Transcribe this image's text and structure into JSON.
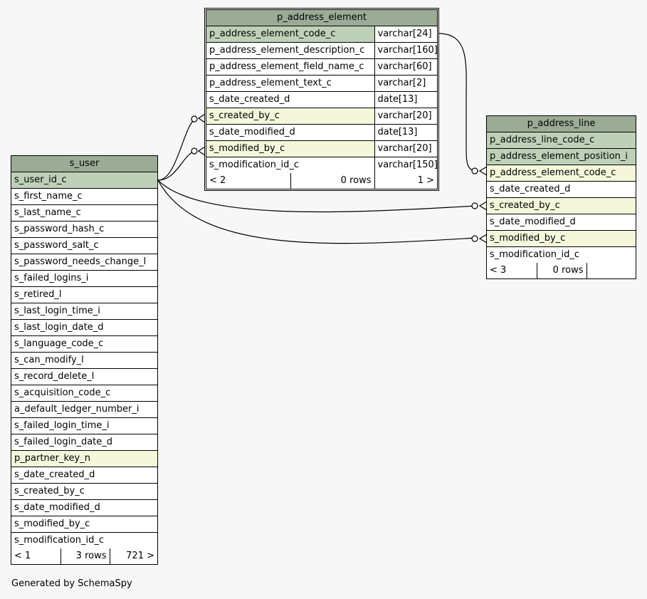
{
  "tables": {
    "p_address_element": {
      "name": "p_address_element",
      "columns": [
        {
          "name": "p_address_element_code_c",
          "type": "varchar[24]"
        },
        {
          "name": "p_address_element_description_c",
          "type": "varchar[160]"
        },
        {
          "name": "p_address_element_field_name_c",
          "type": "varchar[60]"
        },
        {
          "name": "p_address_element_text_c",
          "type": "varchar[2]"
        },
        {
          "name": "s_date_created_d",
          "type": "date[13]"
        },
        {
          "name": "s_created_by_c",
          "type": "varchar[20]"
        },
        {
          "name": "s_date_modified_d",
          "type": "date[13]"
        },
        {
          "name": "s_modified_by_c",
          "type": "varchar[20]"
        },
        {
          "name": "s_modification_id_c",
          "type": "varchar[150]"
        }
      ],
      "footer": {
        "left": "< 2",
        "mid": "0 rows",
        "right": "1 >"
      }
    },
    "p_address_line": {
      "name": "p_address_line",
      "columns": [
        "p_address_line_code_c",
        "p_address_element_position_i",
        "p_address_element_code_c",
        "s_date_created_d",
        "s_created_by_c",
        "s_date_modified_d",
        "s_modified_by_c",
        "s_modification_id_c"
      ],
      "footer": {
        "left": "< 3",
        "mid": "0 rows",
        "right": ""
      }
    },
    "s_user": {
      "name": "s_user",
      "columns": [
        "s_user_id_c",
        "s_first_name_c",
        "s_last_name_c",
        "s_password_hash_c",
        "s_password_salt_c",
        "s_password_needs_change_l",
        "s_failed_logins_i",
        "s_retired_l",
        "s_last_login_time_i",
        "s_last_login_date_d",
        "s_language_code_c",
        "s_can_modify_l",
        "s_record_delete_l",
        "s_acquisition_code_c",
        "a_default_ledger_number_i",
        "s_failed_login_time_i",
        "s_failed_login_date_d",
        "p_partner_key_n",
        "s_date_created_d",
        "s_created_by_c",
        "s_date_modified_d",
        "s_modified_by_c",
        "s_modification_id_c"
      ],
      "footer": {
        "left": "< 1",
        "mid": "3 rows",
        "right": "721 >"
      }
    }
  },
  "generated_by": "Generated by SchemaSpy"
}
